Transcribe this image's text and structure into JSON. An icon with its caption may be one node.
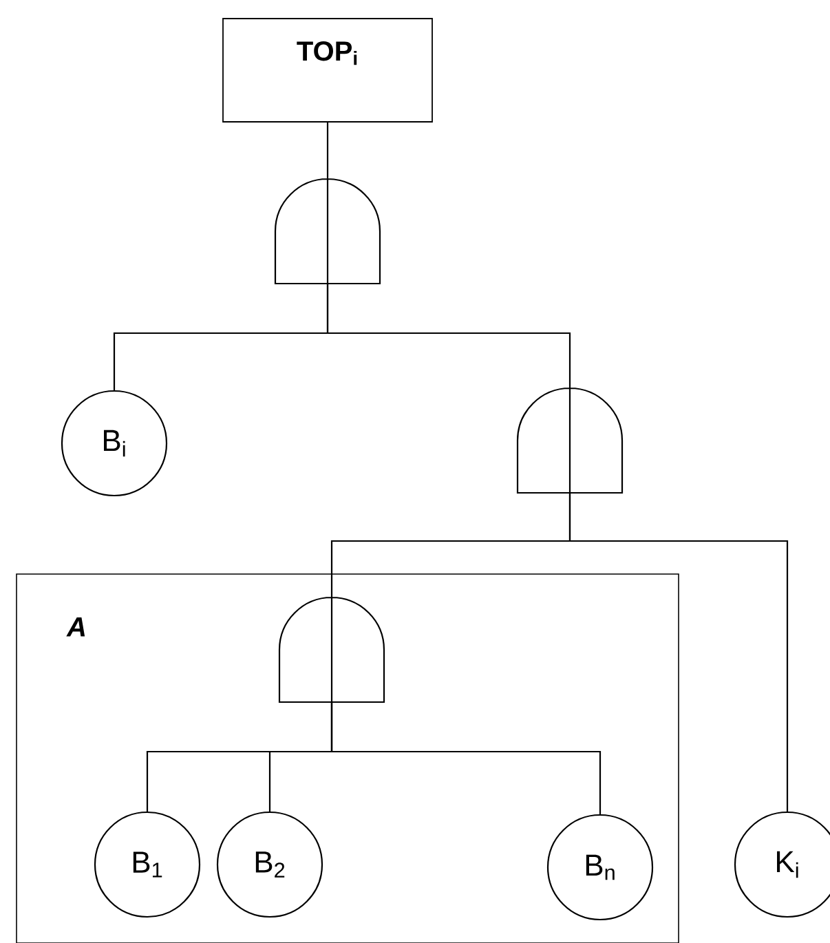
{
  "diagram": {
    "nodes": [
      {
        "text": [
          "TOP$_{i}$"
        ]
      },
      {
        "text": [],
        "shape": "gate"
      },
      {
        "text": [
          "B$_{i}$"
        ]
      },
      {
        "text": [],
        "shape": "gate"
      },
      {
        "text": [
          "A"
        ]
      },
      {
        "text": [],
        "shape": "gate",
        "in": 4
      },
      {
        "text": [
          "B$_{1}$"
        ],
        "in": 4
      },
      {
        "text": [
          "B$_{2}$"
        ],
        "in": 4
      },
      {
        "text": [
          "B$_{n}$"
        ],
        "in": 4
      },
      {
        "text": [
          "K$_{i}$"
        ]
      }
    ],
    "edges": [
      {
        "from": 0,
        "to": 1,
        "arrow": "none"
      },
      {
        "from": 1,
        "to": 2,
        "arrow": "none"
      },
      {
        "from": 1,
        "to": 3,
        "arrow": "none"
      },
      {
        "from": 3,
        "to": 5,
        "arrow": "none"
      },
      {
        "from": 3,
        "to": 9,
        "arrow": "none"
      },
      {
        "from": 5,
        "to": 6,
        "arrow": "none"
      },
      {
        "from": 5,
        "to": 7,
        "arrow": "none"
      },
      {
        "from": 5,
        "to": 8,
        "arrow": "none"
      }
    ]
  }
}
